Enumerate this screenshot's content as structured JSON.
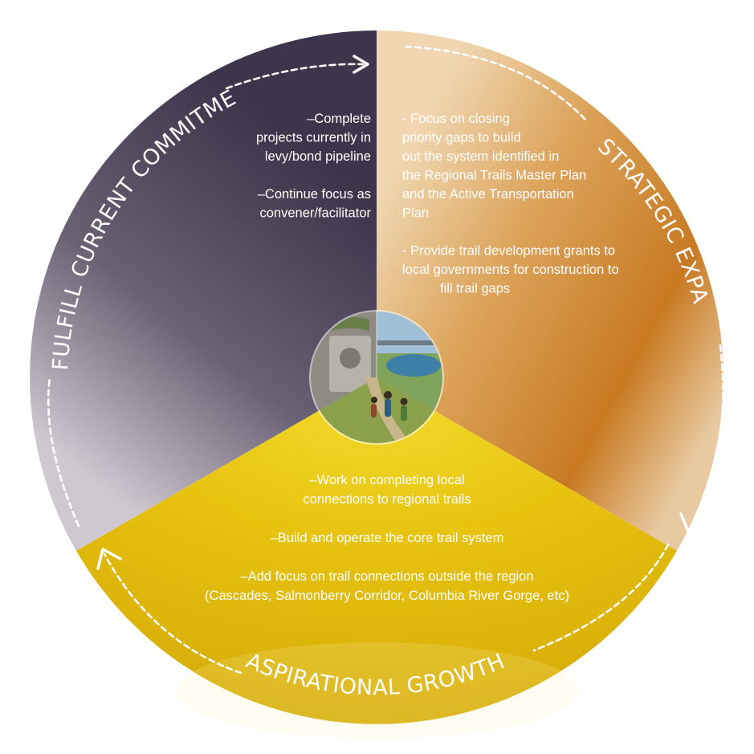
{
  "segments": {
    "left": {
      "title": "FULFILL CURRENT COMMITMENTS",
      "lines": [
        "–Complete",
        "projects currently in",
        "levy/bond pipeline",
        "",
        "–Continue focus as",
        "convener/facilitator"
      ]
    },
    "right": {
      "title": "STRATEGIC EXPANSION",
      "lines": [
        "- Focus on closing",
        "priority gaps to build",
        "out the system identified in",
        "the Regional Trails Master Plan",
        "and the Active Transportation",
        "Plan",
        "",
        "- Provide trail development grants to",
        "local governments for construction to",
        "fill trail gaps"
      ]
    },
    "bottom": {
      "title": "ASPIRATIONAL GROWTH",
      "lines": [
        "–Work on completing local",
        "connections to regional trails",
        "",
        "–Build and operate the core trail system",
        "",
        "–Add focus on trail connections outside the region",
        "(Cascades, Salmonberry Corridor, Columbia River Gorge, etc)"
      ]
    }
  },
  "colors": {
    "left": "#4a4257",
    "left_light": "#b8b0bd",
    "right": "#cf8328",
    "right_light": "#e6c391",
    "bottom": "#e6c40a",
    "bottom_light": "#f7ec7a",
    "text": "#ffffff"
  },
  "center": {
    "photo_icons": [
      "trail-marker-sign",
      "river-lake-view",
      "hikers-on-trail"
    ]
  }
}
